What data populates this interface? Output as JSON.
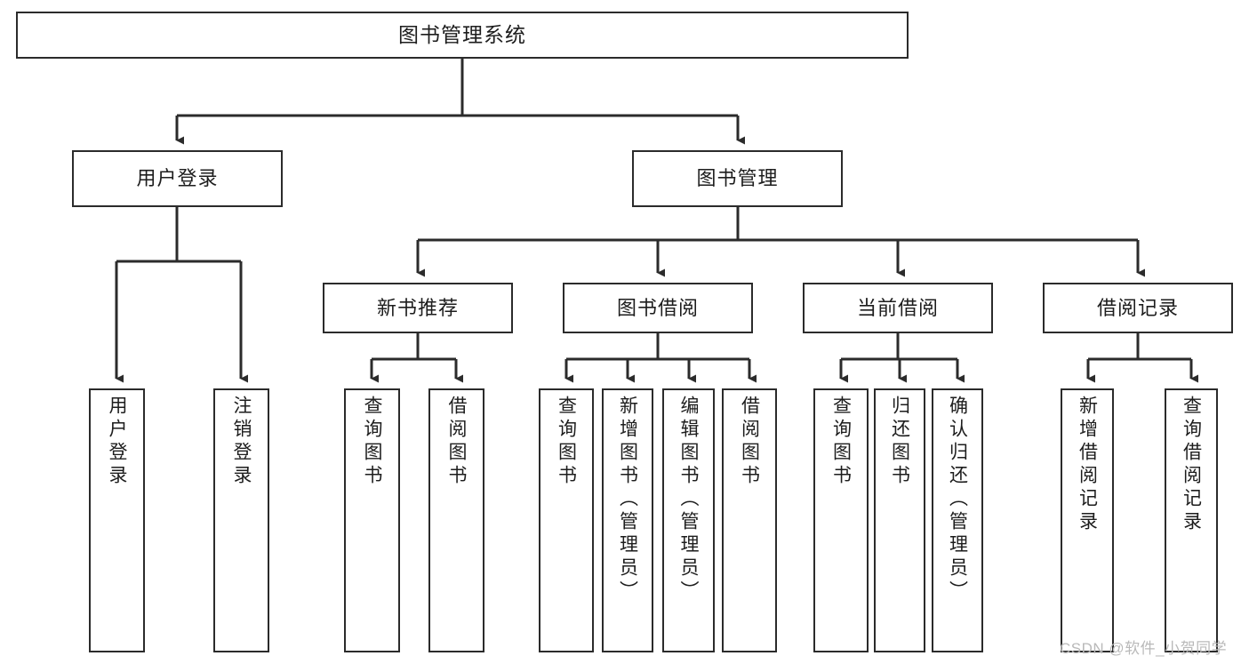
{
  "diagram": {
    "title": "图书管理系统",
    "type": "tree-structure-chart",
    "stroke_color": "#2b2b2b",
    "fill_color": "#ffffff",
    "text_color": "#1d1d1d",
    "root": {
      "label": "图书管理系统"
    },
    "level2": [
      {
        "label": "用户登录"
      },
      {
        "label": "图书管理"
      }
    ],
    "level3": [
      {
        "label": "新书推荐"
      },
      {
        "label": "图书借阅"
      },
      {
        "label": "当前借阅"
      },
      {
        "label": "借阅记录"
      }
    ],
    "leaves": {
      "user_login": [
        {
          "label": "用户登录"
        },
        {
          "label": "注销登录"
        }
      ],
      "new_book_recommend": [
        {
          "label": "查询图书"
        },
        {
          "label": "借阅图书"
        }
      ],
      "book_borrow": [
        {
          "label": "查询图书"
        },
        {
          "label": "新增图书（管理员）"
        },
        {
          "label": "编辑图书（管理员）"
        },
        {
          "label": "借阅图书"
        }
      ],
      "current_borrow": [
        {
          "label": "查询图书"
        },
        {
          "label": "归还图书"
        },
        {
          "label": "确认归还（管理员）"
        }
      ],
      "borrow_record": [
        {
          "label": "新增借阅记录"
        },
        {
          "label": "查询借阅记录"
        }
      ]
    }
  },
  "watermark": {
    "text": "CSDN @软件_小贺同学"
  }
}
